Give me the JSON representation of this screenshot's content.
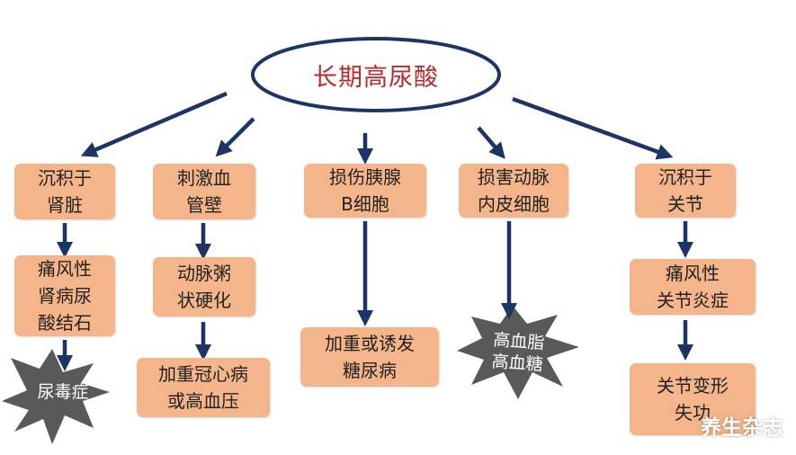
{
  "root": {
    "title": "长期高尿酸"
  },
  "colors": {
    "box_fill": "#f5b58a",
    "arrow": "#1c3566",
    "ellipse_stroke": "#1c3566",
    "root_text": "#c0282c",
    "burst_fill": "#595959"
  },
  "col1": {
    "top": "沉积于\n肾脏",
    "mid": "痛风性\n肾病尿\n酸结石",
    "burst": "尿毒症"
  },
  "col2": {
    "top": "刺激血\n管壁",
    "mid": "动脉粥\n状硬化",
    "bottom": "加重冠心病\n或高血压"
  },
  "col3": {
    "top": "损伤胰腺\nB细胞",
    "bottom": "加重或诱发\n糖尿病"
  },
  "col4": {
    "top": "损害动脉\n内皮细胞",
    "burst": "高血脂\n高血糖"
  },
  "col5": {
    "top": "沉积于\n关节",
    "mid": "痛风性\n关节炎症",
    "bottom": "关节变形\n失功"
  },
  "watermark": "养生杂志"
}
